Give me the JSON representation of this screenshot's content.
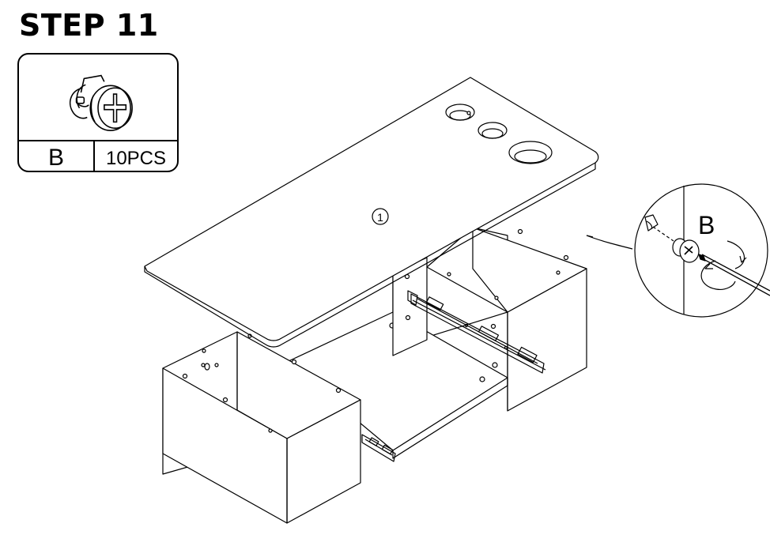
{
  "step": {
    "title": "STEP 11"
  },
  "part": {
    "id": "B",
    "quantity": "10PCS"
  },
  "diagram": {
    "panel_number": "1",
    "detail_label": "B"
  },
  "icons": [
    "cam-lock-fitting-icon",
    "screwdriver-icon",
    "rotation-arrow-icon"
  ],
  "colors": {
    "line": "#000000",
    "background": "#ffffff"
  }
}
